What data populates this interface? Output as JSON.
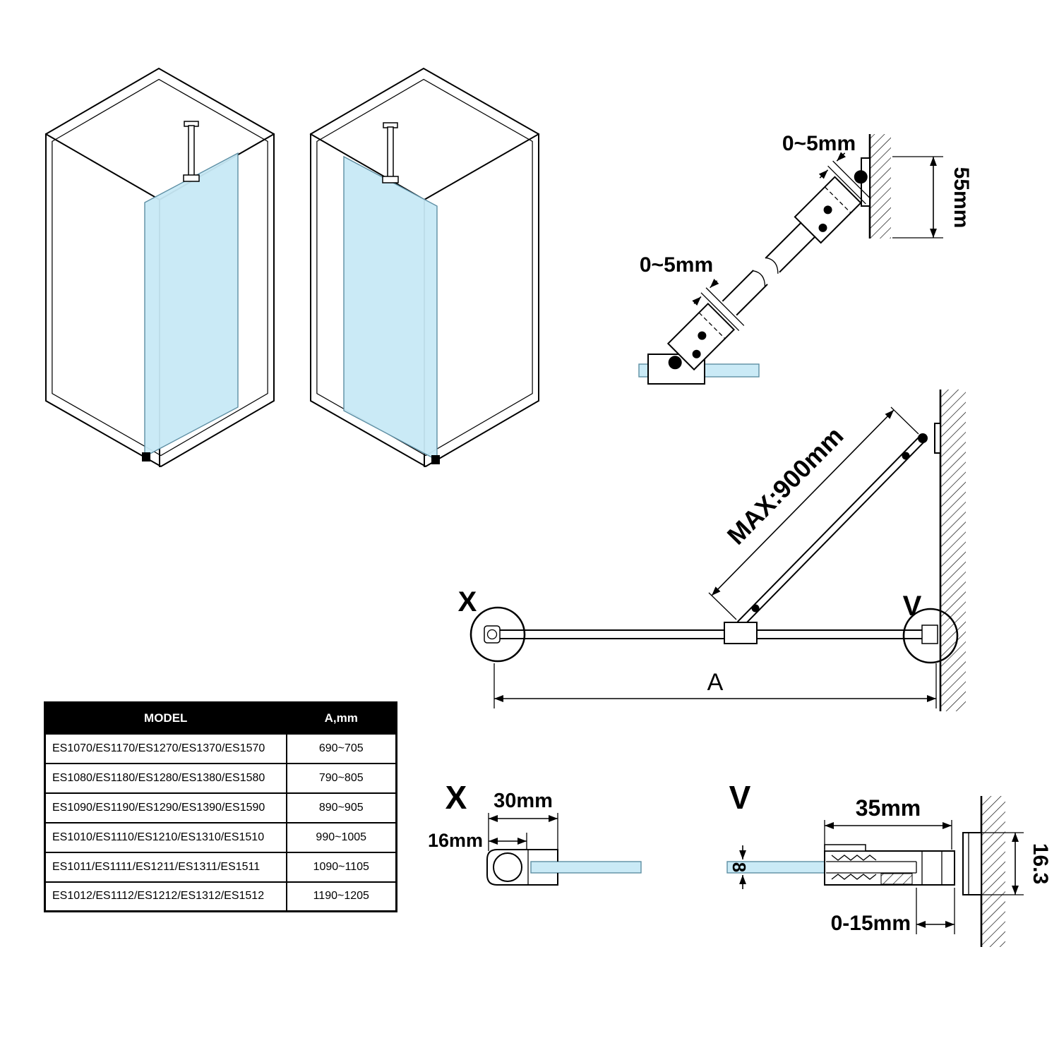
{
  "colors": {
    "glass": "#c7e9f6",
    "line": "#000000",
    "table_header_bg": "#000000",
    "table_header_text": "#ffffff"
  },
  "bracket_detail": {
    "gap_top_label": "0~5mm",
    "gap_bottom_label": "0~5mm",
    "wall_plate_height": "55mm"
  },
  "elevation": {
    "max_label": "MAX:900mm",
    "callout_x": "X",
    "callout_v": "V",
    "width_label": "A"
  },
  "detail_x": {
    "title": "X",
    "dim_width": "30mm",
    "dim_depth": "16mm"
  },
  "detail_v": {
    "title": "V",
    "dim_width": "35mm",
    "dim_height": "16.3",
    "dim_glass_thickness": "8",
    "dim_adjust": "0-15mm"
  },
  "table": {
    "headers": [
      "MODEL",
      "A,mm"
    ],
    "rows": [
      {
        "model": "ES1070/ES1170/ES1270/ES1370/ES1570",
        "a_mm": "690~705"
      },
      {
        "model": "ES1080/ES1180/ES1280/ES1380/ES1580",
        "a_mm": "790~805"
      },
      {
        "model": "ES1090/ES1190/ES1290/ES1390/ES1590",
        "a_mm": "890~905"
      },
      {
        "model": "ES1010/ES1110/ES1210/ES1310/ES1510",
        "a_mm": "990~1005"
      },
      {
        "model": "ES1011/ES1111/ES1211/ES1311/ES1511",
        "a_mm": "1090~1105"
      },
      {
        "model": "ES1012/ES1112/ES1212/ES1312/ES1512",
        "a_mm": "1190~1205"
      }
    ]
  }
}
